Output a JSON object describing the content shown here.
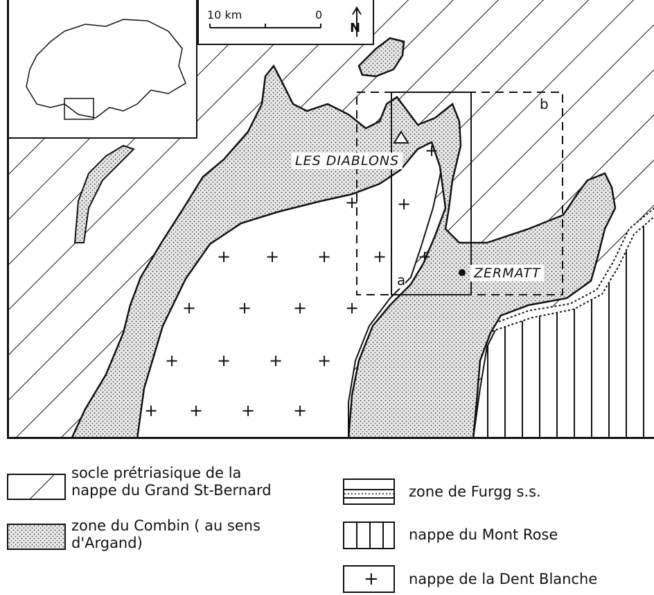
{
  "map": {
    "scale_bar": {
      "distance_label": "10 km",
      "zero_label": "0"
    },
    "north_arrow_label": "N",
    "place_labels": {
      "les_diablons": "LES DIABLONS",
      "zermatt": "ZERMATT"
    },
    "profile_points": {
      "a": "a",
      "b": "b"
    },
    "colors": {
      "ink": "#111111",
      "paper": "#ffffff"
    }
  },
  "legend": {
    "items": [
      {
        "key": "grand_st_bernard",
        "line1": "socle prétriasique de la",
        "line2": "nappe du Grand St-Bernard"
      },
      {
        "key": "combin",
        "line1": "zone du Combin ( au sens",
        "line2": "d'Argand)"
      },
      {
        "key": "furgg",
        "line1": "zone de Furgg s.s."
      },
      {
        "key": "mont_rose",
        "line1": "nappe du Mont Rose"
      },
      {
        "key": "dent_blanche",
        "line1": "nappe de la Dent Blanche",
        "symbol": "+"
      }
    ]
  }
}
